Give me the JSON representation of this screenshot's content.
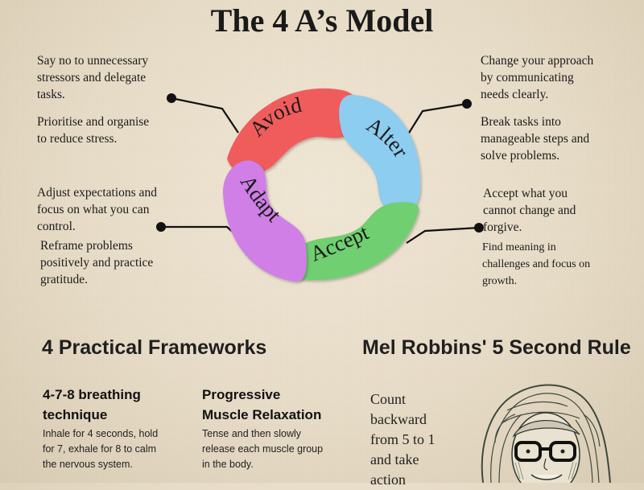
{
  "title": "The 4 A’s Model",
  "cycle": {
    "segments": [
      {
        "label": "Avoid",
        "color": "#f05b5b"
      },
      {
        "label": "Alter",
        "color": "#8ccdf0"
      },
      {
        "label": "Accept",
        "color": "#6fcf6f"
      },
      {
        "label": "Adapt",
        "color": "#cf7fe6"
      }
    ]
  },
  "avoid": {
    "text1": [
      "Say no to unnecessary",
      "stressors and delegate",
      "tasks."
    ],
    "text2": [
      "Prioritise and organise",
      "to reduce stress."
    ]
  },
  "alter": {
    "text1": [
      "Change your approach",
      "by communicating",
      "needs clearly."
    ],
    "text2": [
      "Break tasks into",
      "manageable steps and",
      "solve problems."
    ]
  },
  "adapt": {
    "text1": [
      "Adjust expectations and",
      "focus on what you can",
      "control."
    ],
    "text2": [
      "Reframe problems",
      "positively and practice",
      "gratitude."
    ]
  },
  "accept": {
    "text1": [
      "Accept what you",
      "cannot change and",
      "forgive."
    ],
    "text2": [
      "Find meaning in",
      "challenges and focus on",
      "growth."
    ]
  },
  "frameworks": {
    "heading": "4 Practical Frameworks",
    "items": [
      {
        "title": [
          "4-7-8 breathing",
          "technique"
        ],
        "desc": [
          "Inhale for 4 seconds, hold",
          "for 7, exhale for 8 to calm",
          "the nervous system."
        ]
      },
      {
        "title": [
          "Progressive",
          "Muscle Relaxation"
        ],
        "desc": [
          "Tense and then slowly",
          "release each muscle group",
          "in the body."
        ]
      }
    ]
  },
  "rule": {
    "heading": "Mel Robbins' 5 Second Rule",
    "text": [
      "Count",
      "backward",
      "from 5 to 1",
      "and take",
      "action"
    ]
  }
}
